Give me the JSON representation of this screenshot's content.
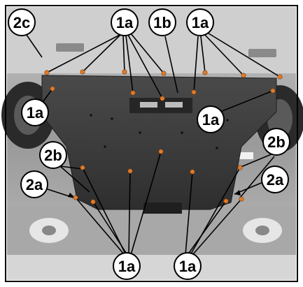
{
  "diagram": {
    "labels": {
      "c_2c": "2c",
      "c_1a_top_left": "1a",
      "c_1b": "1b",
      "c_1a_top_right": "1a",
      "c_1a_left": "1a",
      "c_1a_right": "1a",
      "c_2b_left": "2b",
      "c_2b_right": "2b",
      "c_2a_left": "2a",
      "c_2a_right": "2a",
      "c_1a_bottom_left": "1a",
      "c_1a_bottom_right": "1a"
    },
    "colors": {
      "border": "#000000",
      "panel_dark": "#3a3a3a",
      "panel_mid": "#555555",
      "background_light": "#d4d4d4",
      "bolt_orange": "#e07b2a",
      "callout_fill": "#ffffff"
    }
  }
}
